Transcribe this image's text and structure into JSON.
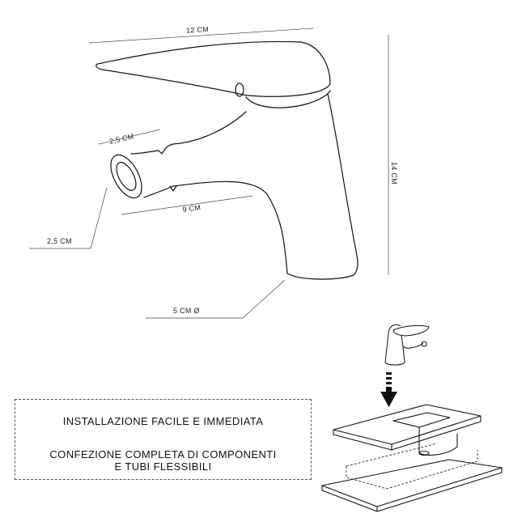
{
  "dimensions": {
    "width_top": "12 CM",
    "height_right": "14 CM",
    "spout_top": "2,5 CM",
    "spout_length": "9 CM",
    "spout_diameter": "2,5 CM",
    "base_diameter": "5 CM Ø"
  },
  "info_box": {
    "line1": "INSTALLAZIONE FACILE E IMMEDIATA",
    "line2a": "CONFEZIONE COMPLETA DI COMPONENTI",
    "line2b": "E TUBI FLESSIBILI"
  }
}
